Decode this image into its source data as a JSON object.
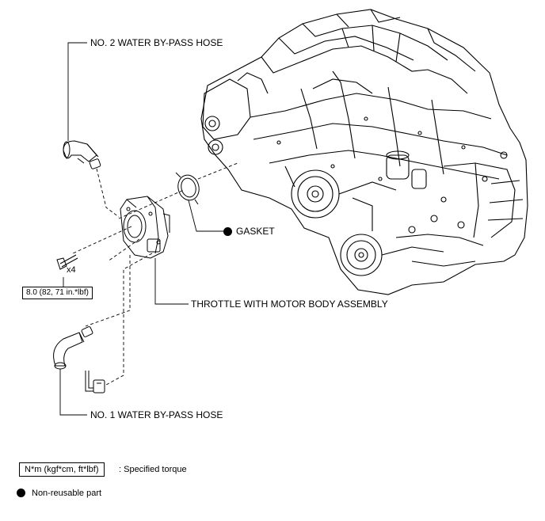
{
  "labels": {
    "no2_hose": "NO. 2 WATER BY-PASS HOSE",
    "gasket": "GASKET",
    "throttle": "THROTTLE WITH MOTOR BODY ASSEMBLY",
    "no1_hose": "NO. 1 WATER BY-PASS HOSE"
  },
  "bolt": {
    "quantity": "x4",
    "torque": "8.0 (82, 71 in.*lbf)"
  },
  "legend": {
    "torque_unit": "N*m (kgf*cm, ft*lbf)",
    "torque_desc": ": Specified torque",
    "nonreusable_desc": "Non-reusable part"
  }
}
